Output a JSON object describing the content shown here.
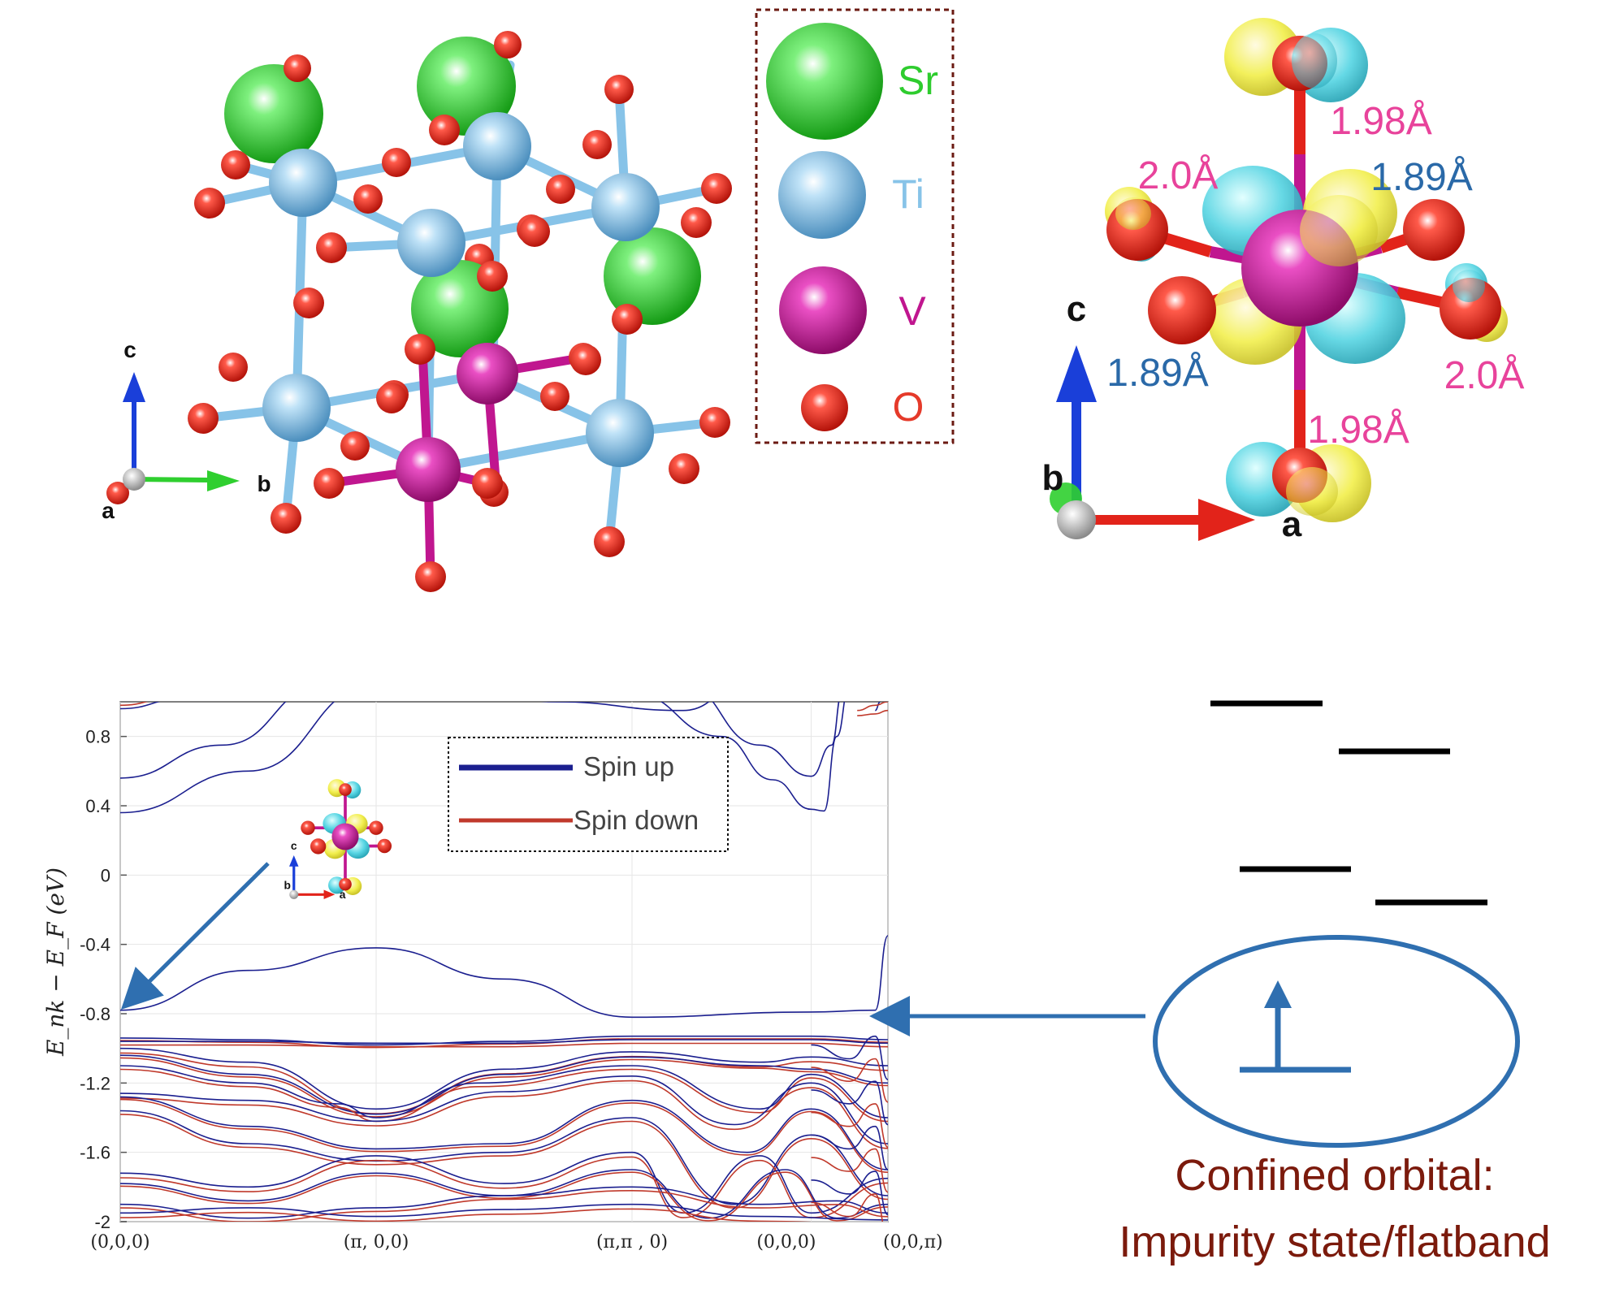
{
  "legend_atoms": {
    "sr": {
      "label": "Sr",
      "color": "#2ecc2e"
    },
    "ti": {
      "label": "Ti",
      "color": "#87c3e8"
    },
    "v": {
      "label": "V",
      "color": "#c0168f"
    },
    "o": {
      "label": "O",
      "color": "#e53a2a"
    }
  },
  "axes_left": {
    "c": "c",
    "b": "b",
    "a": "a"
  },
  "axes_right": {
    "c": "c",
    "b": "b",
    "a": "a"
  },
  "bond_lengths": {
    "top": "1.98Å",
    "bottom": "1.98Å",
    "left_upper": "2.0Å",
    "right_lower": "2.0Å",
    "right_upper": "1.89Å",
    "left_lower": "1.89Å"
  },
  "chart_data": {
    "type": "line",
    "ylabel": "E_nk − E_F (eV)",
    "ylim": [
      -2,
      1
    ],
    "yticks": [
      "0.8",
      "0.4",
      "0",
      "-0.4",
      "-0.8",
      "-1.2",
      "-1.6",
      "-2"
    ],
    "ytick_values": [
      0.8,
      0.4,
      0,
      -0.4,
      -0.8,
      -1.2,
      -1.6,
      -2
    ],
    "xticks": [
      "(0,0,0)",
      "(π, 0,0)",
      "(π,π , 0)",
      "(0,0,0)",
      "(0,0,π)"
    ],
    "xtick_values": [
      0,
      1,
      2,
      2.7,
      3
    ],
    "legend": [
      {
        "name": "Spin up",
        "color": "#1b1f8f"
      },
      {
        "name": "Spin down",
        "color": "#c0392b"
      }
    ],
    "series": [
      {
        "name": "Spin up",
        "flatband": {
          "x": [
            0,
            0.5,
            1.0,
            1.5,
            2.0,
            2.7,
            2.95,
            3.0
          ],
          "y": [
            -0.78,
            -0.55,
            -0.42,
            -0.6,
            -0.82,
            -0.79,
            -0.78,
            -0.35
          ]
        }
      }
    ],
    "grid": true,
    "legend_position": "top-center"
  },
  "levels_diagram": {
    "arrow_color": "#2f6fb0",
    "caption_line1": "Confined orbital:",
    "caption_line2": "Impurity state/flatband"
  }
}
